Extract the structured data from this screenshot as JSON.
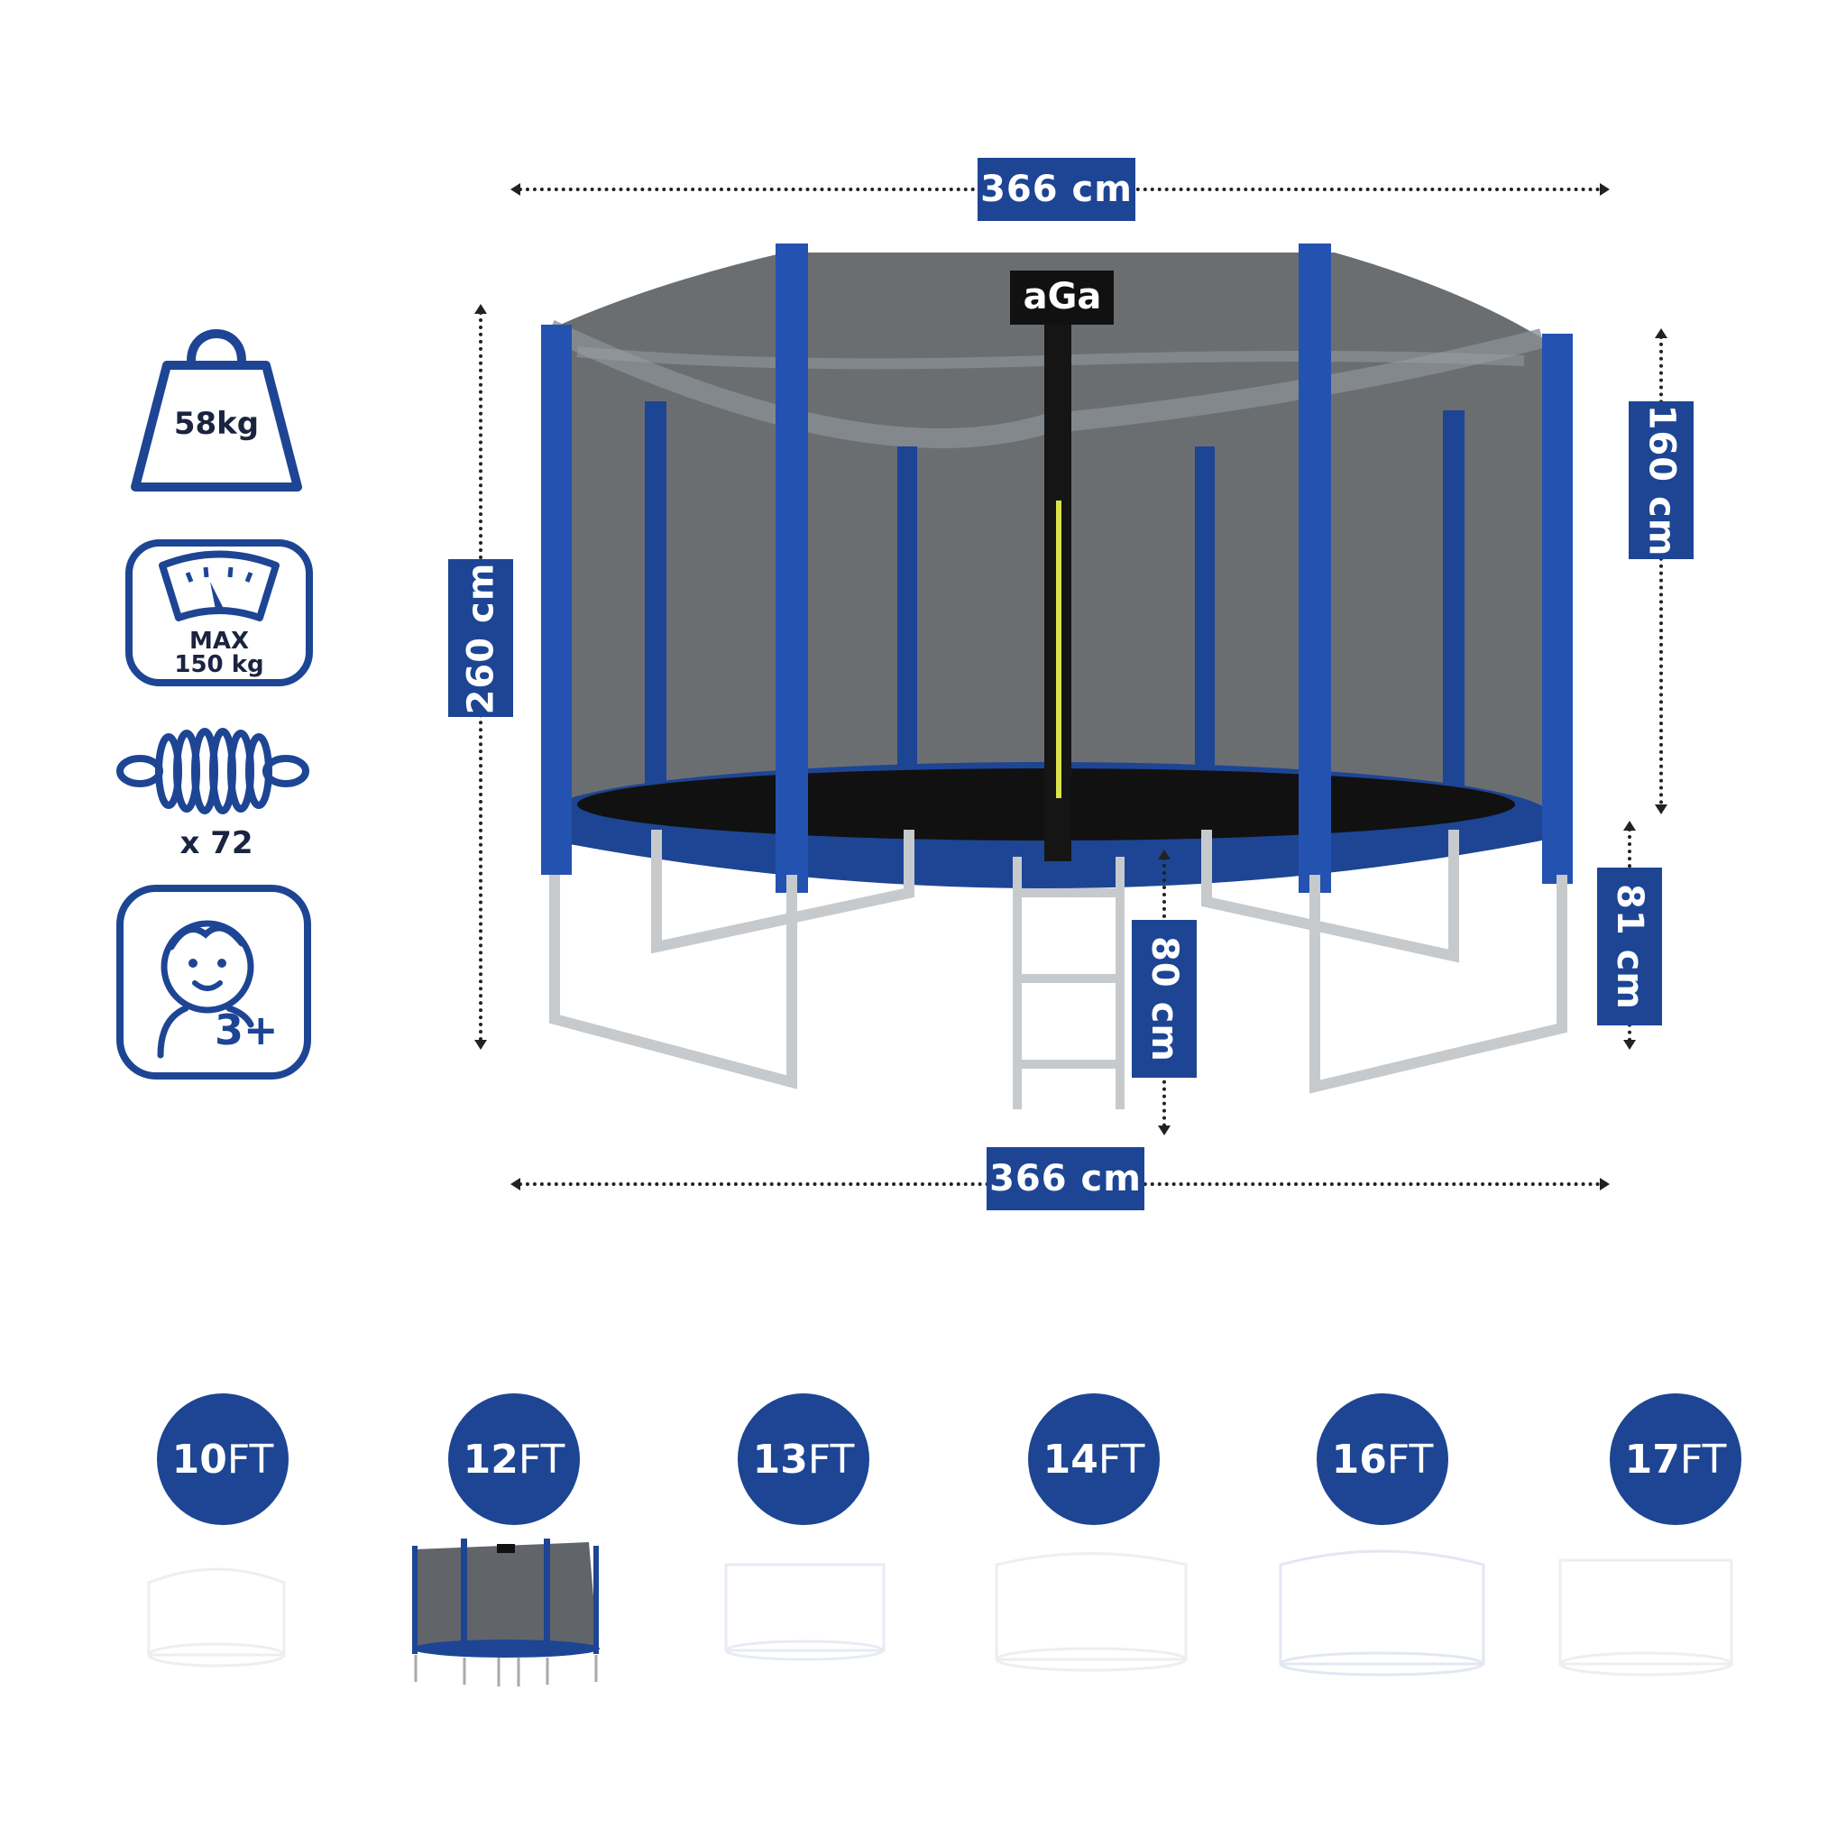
{
  "brand": {
    "logo_text": "aGa",
    "accent": "#1d4594"
  },
  "dimensions": {
    "top_width": "366 cm",
    "bottom_width": "366 cm",
    "total_height": "260 cm",
    "net_height": "160 cm",
    "frame_height": "81 cm",
    "ladder_height": "80 cm"
  },
  "features": {
    "weight": {
      "icon": "weight-icon",
      "label": "58kg"
    },
    "max_load": {
      "icon": "scale-icon",
      "line1": "MAX",
      "line2": "150 kg"
    },
    "springs": {
      "icon": "spring-icon",
      "label": "x 72"
    },
    "age": {
      "icon": "child-icon",
      "label": "3+"
    }
  },
  "sizes": [
    {
      "num": "10",
      "unit": "FT",
      "selected": false
    },
    {
      "num": "12",
      "unit": "FT",
      "selected": true
    },
    {
      "num": "13",
      "unit": "FT",
      "selected": false
    },
    {
      "num": "14",
      "unit": "FT",
      "selected": false
    },
    {
      "num": "16",
      "unit": "FT",
      "selected": false
    },
    {
      "num": "17",
      "unit": "FT",
      "selected": false
    }
  ]
}
